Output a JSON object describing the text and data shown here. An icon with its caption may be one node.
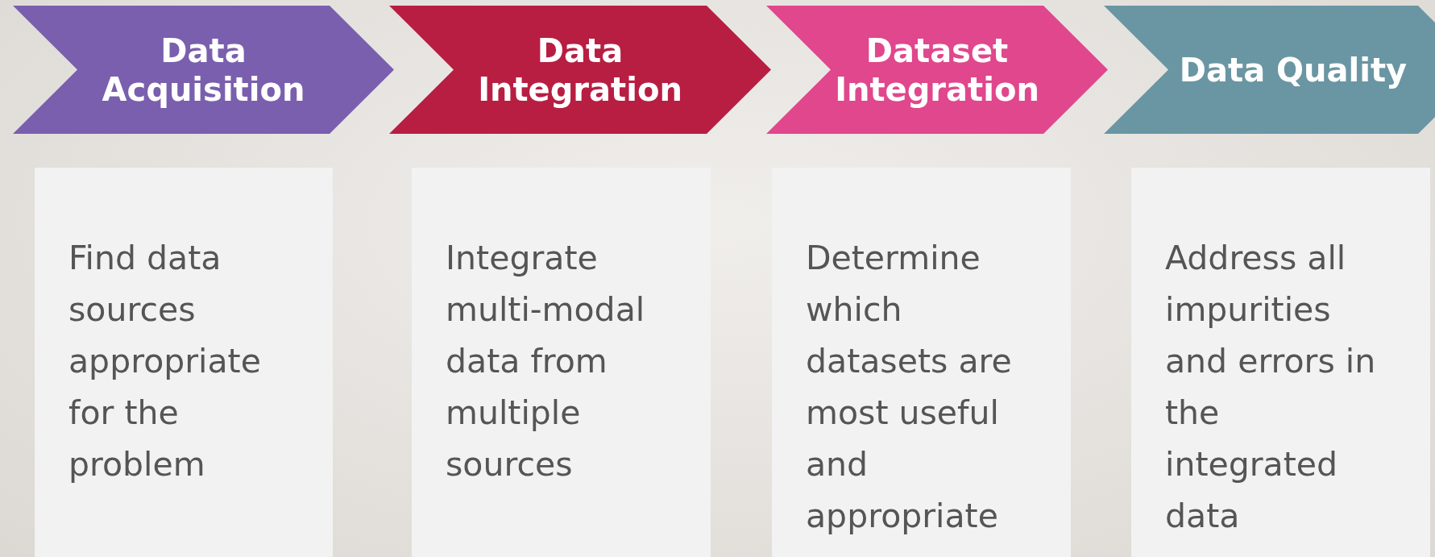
{
  "diagram": {
    "nodes": [
      {
        "text": [
          "Data Acquisition"
        ]
      },
      {
        "text": [
          "Data Integration"
        ]
      },
      {
        "text": [
          "Dataset Integration"
        ]
      },
      {
        "text": [
          "Data Quality"
        ]
      },
      {
        "text": [
          "Find data sources appropriate for the problem"
        ]
      },
      {
        "text": [
          "Integrate multi-modal data from multiple sources"
        ]
      },
      {
        "text": [
          "Determine which datasets are most useful and appropriate"
        ]
      },
      {
        "text": [
          "Address all impurities and errors in the integrated data"
        ]
      }
    ]
  }
}
